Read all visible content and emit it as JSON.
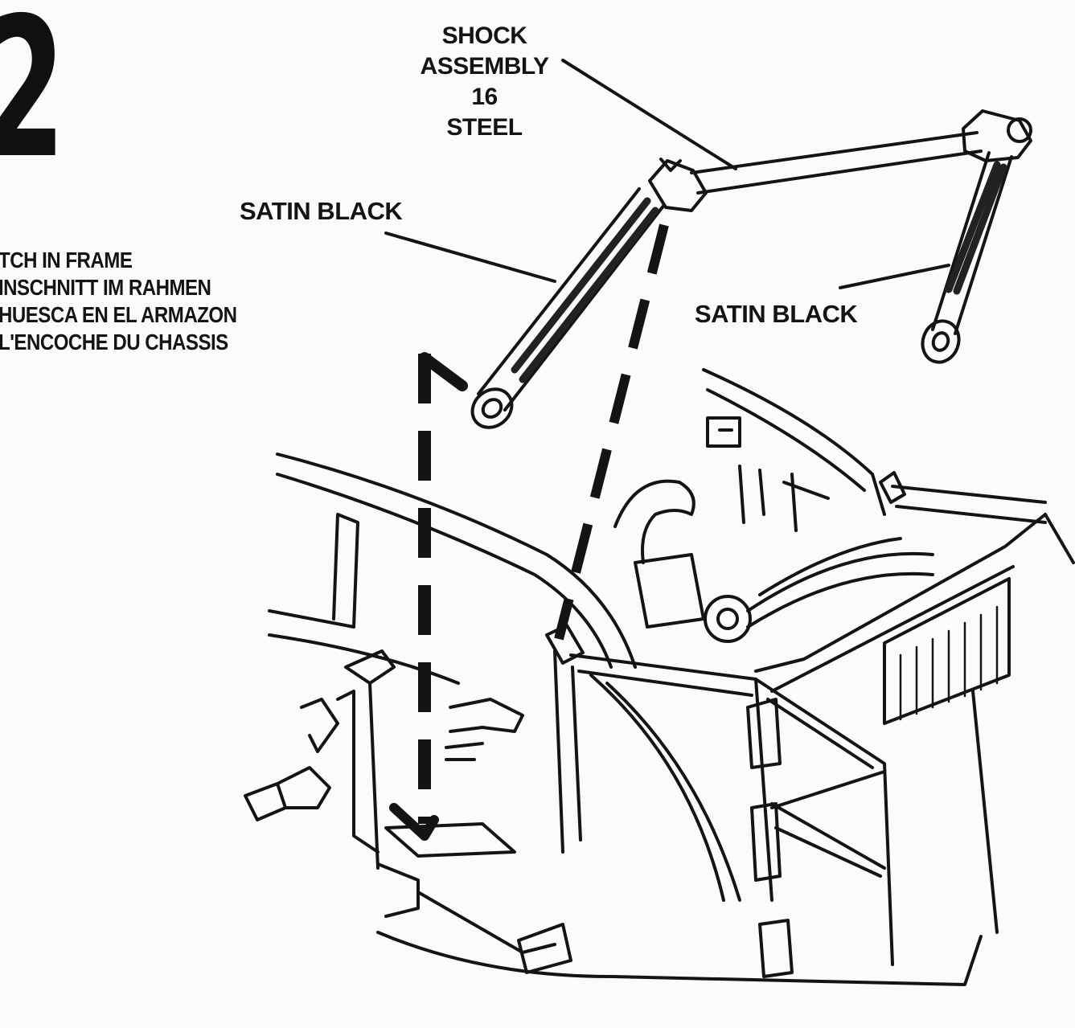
{
  "step_number": "2",
  "labels": {
    "shock_assembly": [
      "SHOCK",
      "ASSEMBLY",
      "16",
      "STEEL"
    ],
    "satin_black_left": "SATIN BLACK",
    "satin_black_right": "SATIN BLACK",
    "notch_in_frame": [
      "TCH IN FRAME",
      "INSCHNITT IM RAHMEN",
      "HUESCA EN EL ARMAZON",
      "L'ENCOCHE DU CHASSIS"
    ]
  }
}
